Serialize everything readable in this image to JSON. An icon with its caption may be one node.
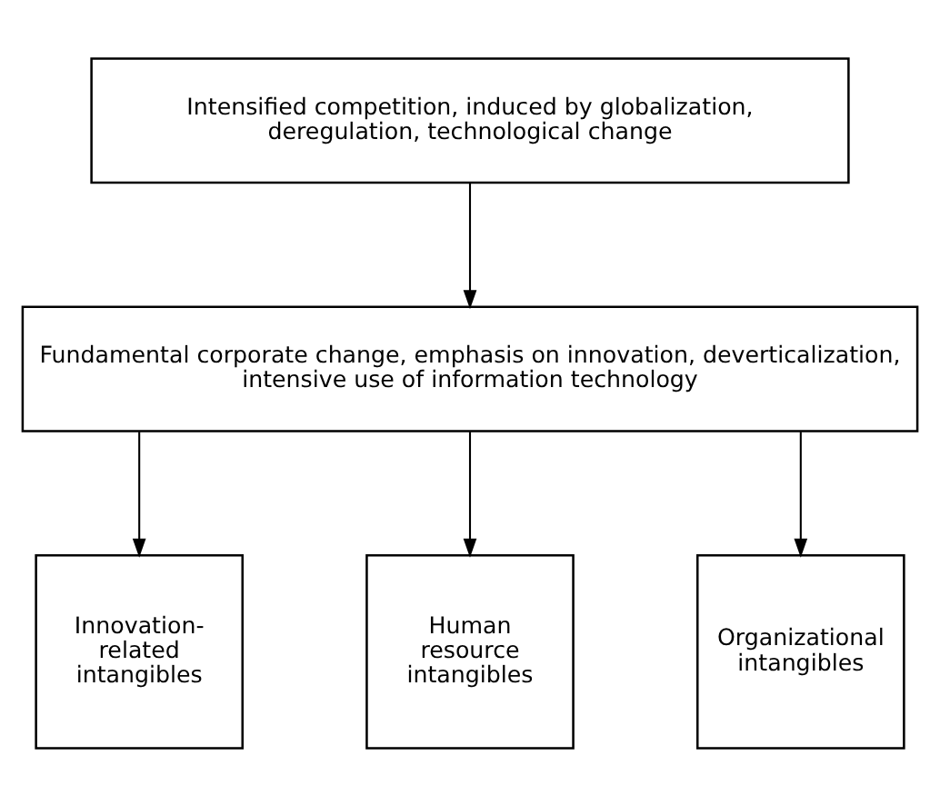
{
  "diagram": {
    "nodes": [
      {
        "text": [
          "Intensified competition, induced by globalization, deregulation, technological change"
        ]
      },
      {
        "text": [
          "Fundamental corporate change, emphasis on innovation, deverticalization, intensive use of information technology"
        ]
      },
      {
        "text": [
          "Innovation- related intangibles"
        ]
      },
      {
        "text": [
          "Human resource intangibles"
        ]
      },
      {
        "text": [
          "Organizational intangibles"
        ]
      }
    ],
    "edges": [
      {
        "from": 0,
        "to": 1,
        "arrow": "to"
      },
      {
        "from": 1,
        "to": 2,
        "arrow": "to"
      },
      {
        "from": 1,
        "to": 3,
        "arrow": "to"
      },
      {
        "from": 1,
        "to": 4,
        "arrow": "to"
      }
    ]
  }
}
